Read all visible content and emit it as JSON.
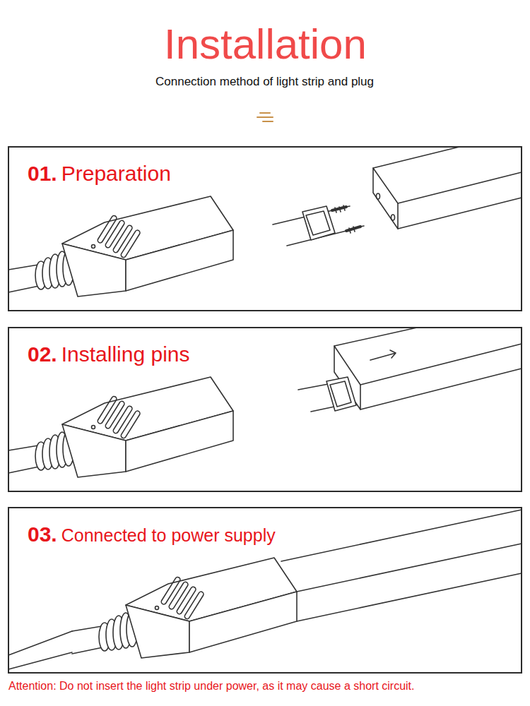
{
  "diagram": {
    "title": "Installation",
    "nodes": [
      {
        "text": [
          "01.",
          "Preparation"
        ]
      },
      {
        "text": [
          "02.",
          "Installing pins"
        ]
      },
      {
        "text": [
          "03.",
          "Connected to power supply"
        ]
      }
    ],
    "labels": [
      "Connection method of light strip and plug",
      "Attention: Do not insert the light strip under power, as it may cause a short circuit."
    ]
  }
}
